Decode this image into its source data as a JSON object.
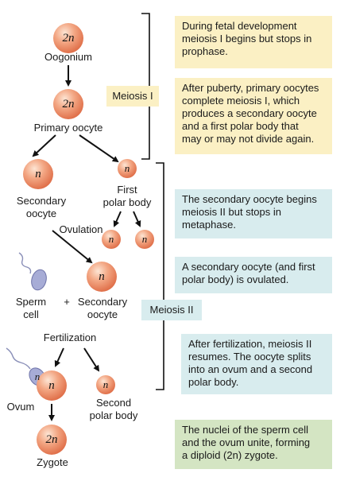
{
  "diagram": {
    "cells": {
      "oogonium_ploidy": "2n",
      "primary_ploidy": "2n",
      "secondary_ploidy": "n",
      "first_polar_ploidy": "n",
      "split_polar_left": "n",
      "split_polar_right": "n",
      "ovulated_ploidy": "n",
      "ovum_ploidy": "n",
      "sperm_nucleus_ploidy": "n",
      "second_polar_ploidy": "n",
      "zygote_ploidy": "2n"
    },
    "labels": {
      "oogonium": "Oogonium",
      "primary_oocyte": "Primary oocyte",
      "secondary_oocyte_line1": "Secondary",
      "secondary_oocyte_line2": "oocyte",
      "first_polar_line1": "First",
      "first_polar_line2": "polar body",
      "ovulation": "Ovulation",
      "sperm_line1": "Sperm",
      "sperm_line2": "cell",
      "plus": "+",
      "ovulated_line1": "Secondary",
      "ovulated_line2": "oocyte",
      "fertilization": "Fertilization",
      "ovum": "Ovum",
      "second_polar_line1": "Second",
      "second_polar_line2": "polar body",
      "zygote": "Zygote"
    },
    "stages": {
      "meiosis_1": "Meiosis I",
      "meiosis_2": "Meiosis II"
    },
    "descriptions": {
      "d1": [
        "During fetal development",
        "meiosis I begins but stops in",
        "prophase."
      ],
      "d2": [
        "After puberty, primary oocytes",
        "complete meiosis I, which",
        "produces a secondary oocyte",
        "and a first polar body that",
        "may or may not divide again."
      ],
      "d3": [
        "The secondary oocyte begins",
        "meiosis II but stops in",
        "metaphase."
      ],
      "d4": [
        "A secondary oocyte (and first",
        "polar body) is ovulated."
      ],
      "d5": [
        "After fertilization, meiosis II",
        "resumes. The oocyte splits",
        "into an ovum and a second",
        "polar body."
      ],
      "d6": [
        "The nuclei of the sperm cell",
        "and the ovum unite, forming",
        "a diploid (2n) zygote."
      ]
    }
  }
}
